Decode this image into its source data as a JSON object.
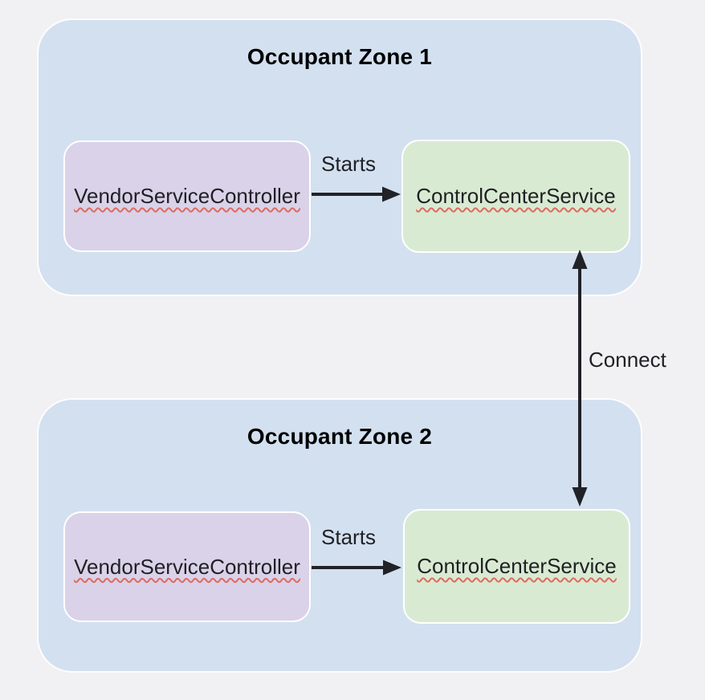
{
  "diagram": {
    "zones": [
      {
        "title": "Occupant Zone 1",
        "nodes": [
          {
            "label": "VendorServiceController"
          },
          {
            "label": "ControlCenterService"
          }
        ],
        "edge_label": "Starts"
      },
      {
        "title": "Occupant Zone 2",
        "nodes": [
          {
            "label": "VendorServiceController"
          },
          {
            "label": "ControlCenterService"
          }
        ],
        "edge_label": "Starts"
      }
    ],
    "connect_label": "Connect",
    "colors": {
      "background": "#f1f1f3",
      "zone_fill": "#d3e0f0",
      "zone_border": "#fdfdfe",
      "vendor_fill": "#d9d2e9",
      "control_fill": "#d9ead3",
      "node_border": "#ffffff",
      "arrow": "#212227",
      "text": "#1f2023",
      "title": "#000000",
      "squiggle": "#e06a5e"
    }
  }
}
